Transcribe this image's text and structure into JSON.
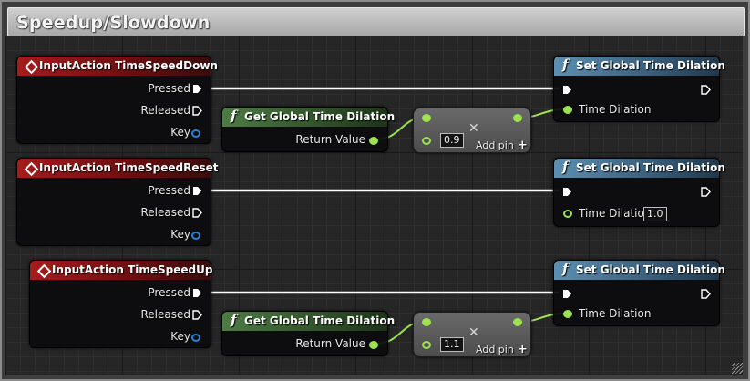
{
  "comment": {
    "title": "Speedup/Slowdown"
  },
  "input_nodes": [
    {
      "title": "InputAction TimeSpeedDown",
      "pressed": "Pressed",
      "released": "Released",
      "key": "Key"
    },
    {
      "title": "InputAction TimeSpeedReset",
      "pressed": "Pressed",
      "released": "Released",
      "key": "Key"
    },
    {
      "title": "InputAction TimeSpeedUp",
      "pressed": "Pressed",
      "released": "Released",
      "key": "Key"
    }
  ],
  "get_nodes": [
    {
      "title": "Get Global Time Dilation",
      "output": "Return Value"
    },
    {
      "title": "Get Global Time Dilation",
      "output": "Return Value"
    }
  ],
  "multiply_nodes": [
    {
      "value": "0.9",
      "add_pin": "Add pin"
    },
    {
      "value": "1.1",
      "add_pin": "Add pin"
    }
  ],
  "set_nodes": [
    {
      "title": "Set Global Time Dilation",
      "input": "Time Dilation",
      "value": ""
    },
    {
      "title": "Set Global Time Dilation",
      "input": "Time Dilation",
      "value": "1.0"
    },
    {
      "title": "Set Global Time Dilation",
      "input": "Time Dilation",
      "value": ""
    }
  ],
  "icons": {
    "event": "diamond-icon",
    "function": "function-icon",
    "multiply": "multiply-icon",
    "add": "plus-icon"
  },
  "colors": {
    "event_header": "#a61c1c",
    "setter_header": "#5d8fb2",
    "getter_header": "#4e7a45",
    "float_pin": "#9ee34f",
    "key_pin": "#2a7fe0",
    "exec_wire": "#ffffff"
  }
}
